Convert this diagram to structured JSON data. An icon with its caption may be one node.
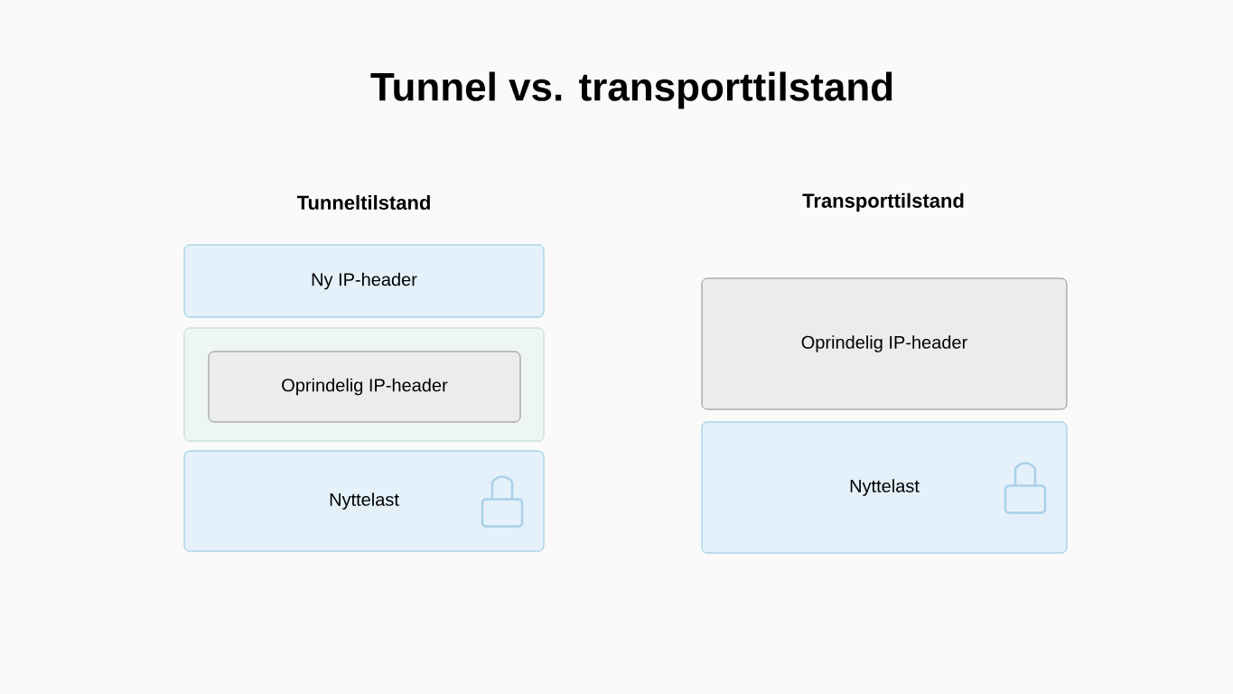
{
  "diagram": {
    "title": "Tunnel vs. transporttilstand",
    "nodes": [
      {
        "text": [
          "Ny IP-header"
        ]
      },
      {
        "text": [],
        "shape": "box"
      },
      {
        "text": [
          "Oprindelig IP-header"
        ],
        "in": 1
      },
      {
        "text": [
          "Nyttelast"
        ]
      },
      {
        "text": [
          "Oprindelig IP-header"
        ]
      },
      {
        "text": [
          "Nyttelast"
        ]
      }
    ],
    "labels": [
      "Tunneltilstand",
      "Transporttilstand"
    ]
  }
}
